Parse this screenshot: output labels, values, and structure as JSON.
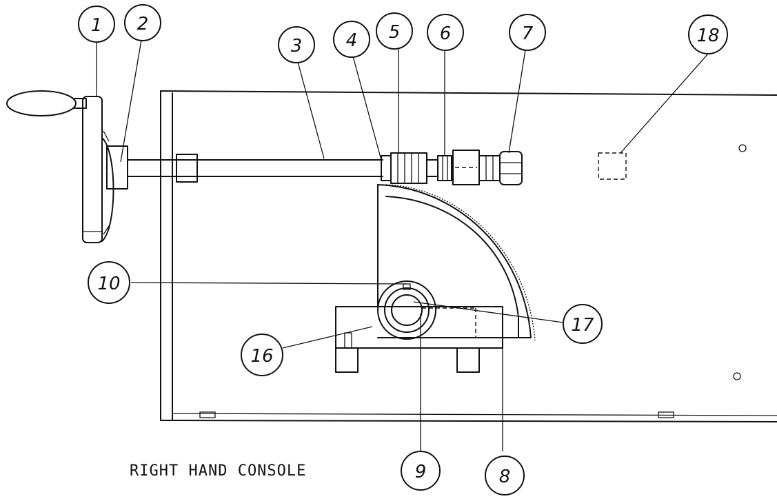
{
  "caption": "RIGHT HAND CONSOLE",
  "callouts": {
    "c1": "1",
    "c2": "2",
    "c3": "3",
    "c4": "4",
    "c5": "5",
    "c6": "6",
    "c7": "7",
    "c8": "8",
    "c9": "9",
    "c10": "10",
    "c16": "16",
    "c17": "17",
    "c18": "18"
  }
}
